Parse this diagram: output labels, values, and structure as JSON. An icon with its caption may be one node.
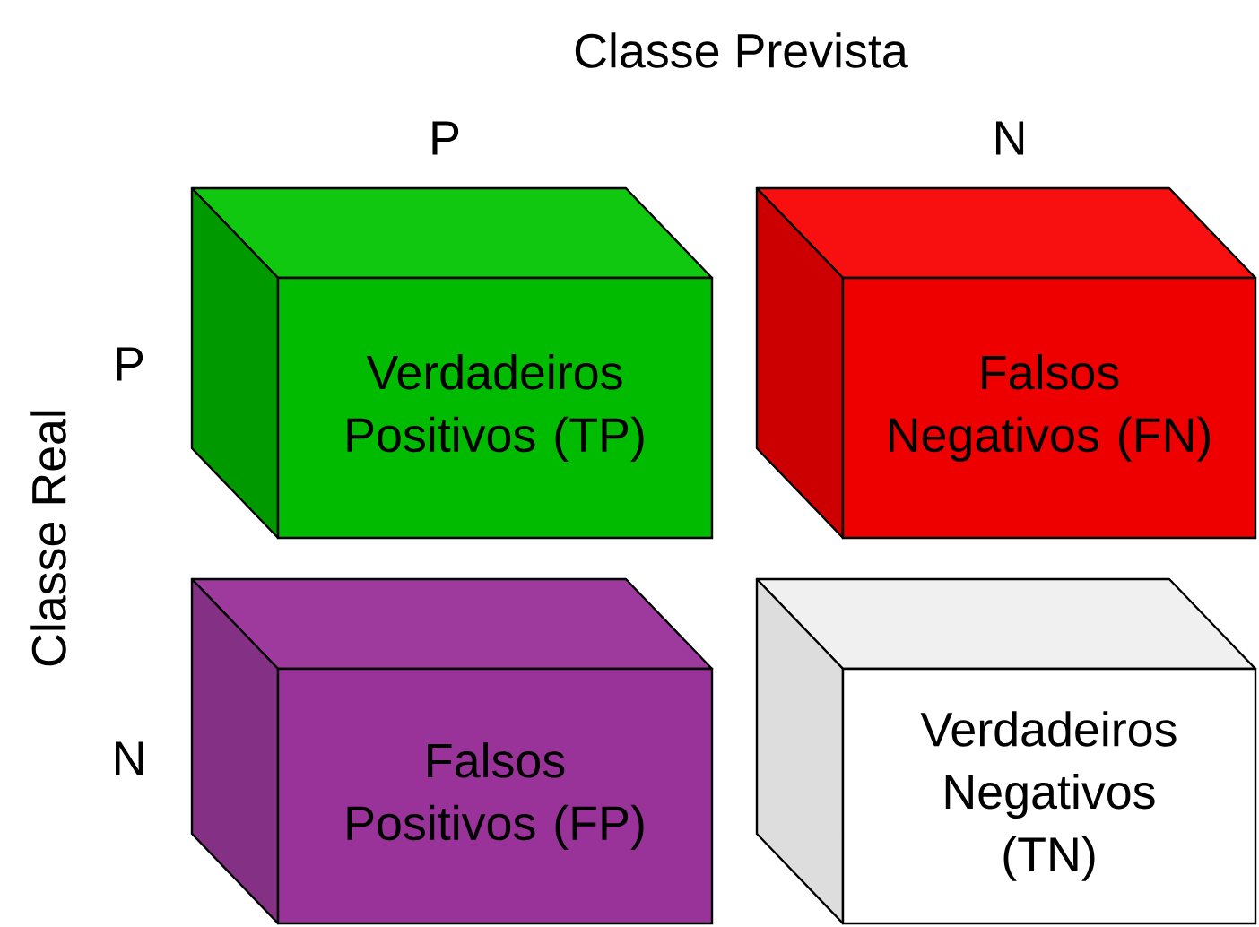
{
  "diagram": {
    "nodes": [
      {
        "text": [
          "Verdadeiros Positivos (TP)"
        ]
      },
      {
        "text": [
          "Falsos Negativos (FN)"
        ]
      },
      {
        "text": [
          "Falsos Positivos (FP)"
        ]
      },
      {
        "text": [
          "Verdadeiros Negativos (TN)"
        ]
      }
    ],
    "labels": [
      "Classe Prevista",
      "P",
      "N",
      "Classe Real",
      "P",
      "N"
    ]
  }
}
